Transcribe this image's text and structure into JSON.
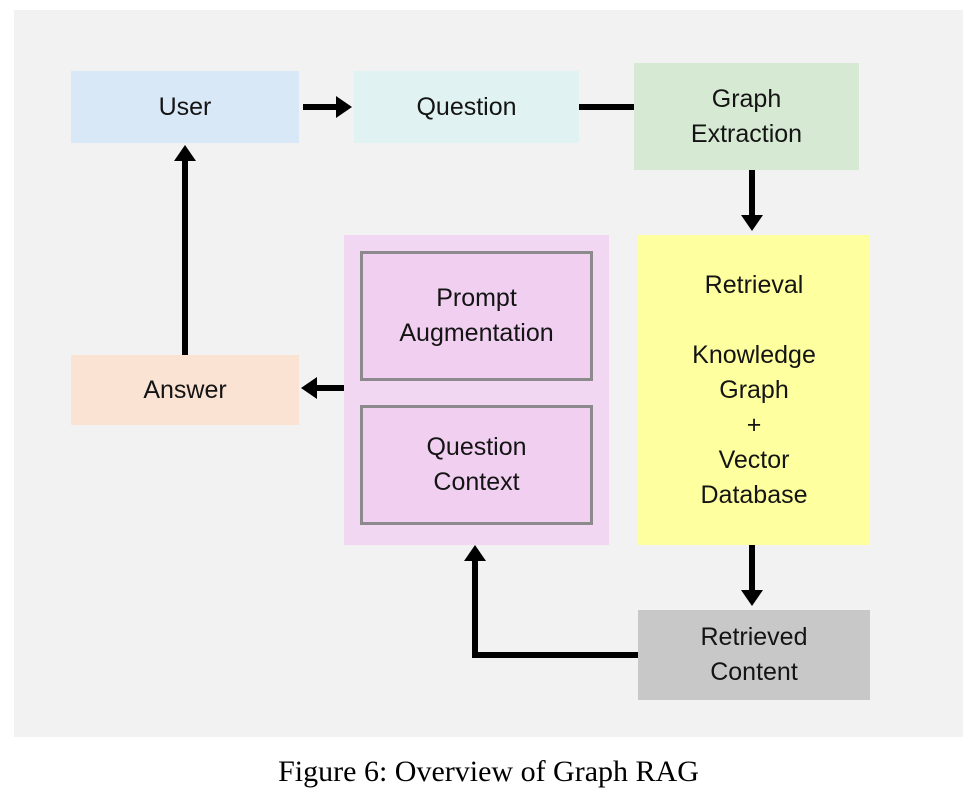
{
  "figure": {
    "caption": "Figure 6: Overview of Graph RAG"
  },
  "diagram": {
    "nodes": {
      "user": {
        "label": "User"
      },
      "question": {
        "label": "Question"
      },
      "graph_extraction": {
        "label": "Graph\nExtraction"
      },
      "retrieval": {
        "label": "Retrieval\n\nKnowledge\nGraph\n+\nVector\nDatabase"
      },
      "retrieved_content": {
        "label": "Retrieved\nContent"
      },
      "prompt_augmentation": {
        "label": "Prompt\nAugmentation"
      },
      "question_context": {
        "label": "Question\nContext"
      },
      "answer": {
        "label": "Answer"
      }
    },
    "colors": {
      "panel_background": "#f2f2f2",
      "user": "#d9e8f6",
      "question": "#e0f3f2",
      "graph_extraction": "#d6ead3",
      "retrieval": "#feff9e",
      "retrieved_content": "#c8c8c8",
      "prompt_group": "#f2d7f2",
      "prompt_inner": "#f0cff0",
      "inner_border": "#8c8a8c",
      "answer": "#fbe3d4",
      "arrow": "#000000"
    }
  }
}
